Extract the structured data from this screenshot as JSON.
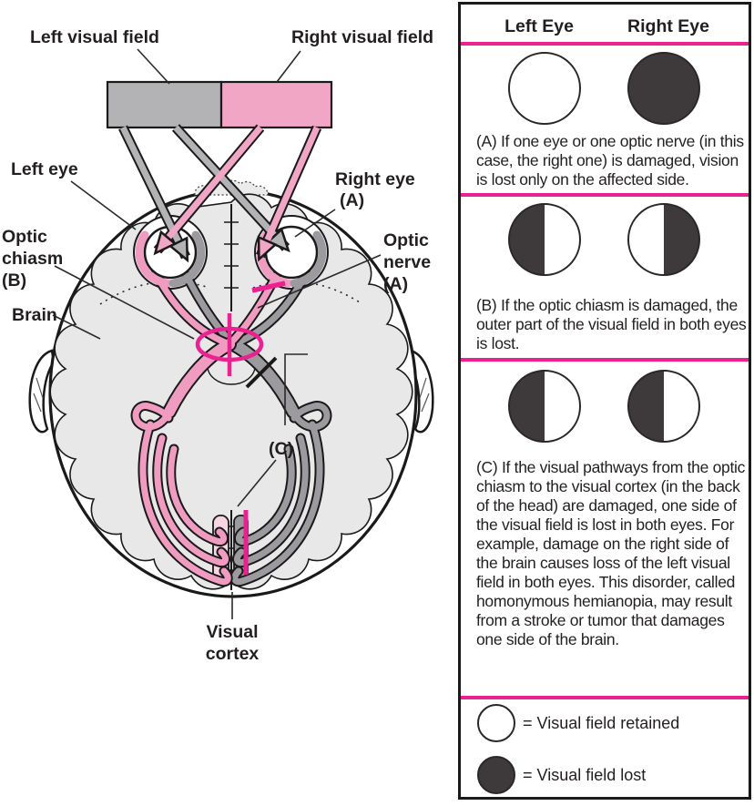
{
  "colors": {
    "magenta_marker": "#EA2190",
    "left_field_gray": "#B3B2B4",
    "right_field_pink": "#F2A6C5",
    "pathway_pink": "#F09BC0",
    "pathway_pink_light": "#F9D4E2",
    "pathway_gray": "#9C9A9E",
    "lost_fill": "#3E3A3B",
    "brain_fill": "#E9E8E9"
  },
  "diagram": {
    "left_visual_field": "Left visual field",
    "right_visual_field": "Right visual field",
    "left_eye": "Left eye",
    "right_eye": [
      "Right eye",
      "(A)"
    ],
    "optic_chiasm": [
      "Optic",
      "chiasm",
      "(B)"
    ],
    "optic_nerve": [
      "Optic",
      "nerve",
      "(A)"
    ],
    "brain": "Brain",
    "c_marker": "(C)",
    "visual_cortex": [
      "Visual",
      "cortex"
    ]
  },
  "panel": {
    "header_left": "Left Eye",
    "header_right": "Right Eye",
    "sections": [
      {
        "label": "A",
        "left_eye": "retained",
        "right_eye": "lost",
        "text": "(A) If one eye or one optic nerve (in this case, the right one) is damaged, vision is lost only on the affected side."
      },
      {
        "label": "B",
        "left_eye": "outer-left-half-lost",
        "right_eye": "outer-right-half-lost",
        "text": "(B) If the optic chiasm is damaged, the outer part of the visual field in both eyes is lost."
      },
      {
        "label": "C",
        "left_eye": "left-half-lost",
        "right_eye": "left-half-lost",
        "text": "(C) If the visual pathways from the optic chiasm to the visual cortex (in the back of the head) are damaged, one side of the visual field is lost in both eyes. For example, damage on the right side of the brain causes loss of the left visual field in both eyes. This disorder, called homonymous hemianopia, may result from a stroke or tumor that damages one side of the brain."
      }
    ],
    "legend": [
      {
        "type": "retained",
        "label": "= Visual field retained"
      },
      {
        "type": "lost",
        "label": "= Visual field lost"
      }
    ]
  }
}
